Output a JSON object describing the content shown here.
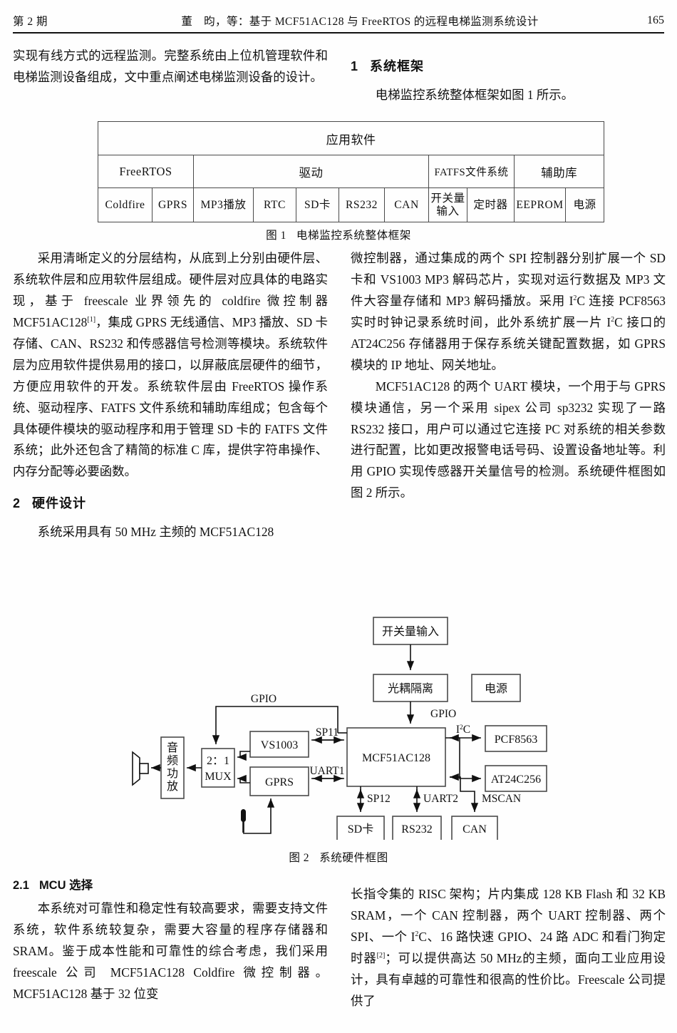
{
  "header": {
    "issue": "第 2 期",
    "title": "董　昀，等：基于 MCF51AC128 与 FreeRTOS 的远程电梯监测系统设计",
    "page": "165"
  },
  "left_column": {
    "para_continued": "实现有线方式的远程监测。完整系统由上位机管理软件和电梯监测设备组成，文中重点阐述电梯监测设备的设计。",
    "para_layers": "采用清晰定义的分层结构，从底到上分别由硬件层、系统软件层和应用软件层组成。硬件层对应具体的电路实现，基于 freescale 业界领先的 coldfire 微控制器 MCF51AC128",
    "para_layers_ref": "[1]",
    "para_layers_2": "，集成 GPRS 无线通信、MP3 播放、SD 卡存储、CAN、RS232 和传感器信号检测等模块。系统软件层为应用软件提供易用的接口，以屏蔽底层硬件的细节，方便应用软件的开发。系统软件层由 FreeRTOS 操作系统、驱动程序、FATFS 文件系统和辅助库组成；包含每个具体硬件模块的驱动程序和用于管理 SD 卡的 FATFS 文件系统；此外还包含了精简的标准 C 库，提供字符串操作、内存分配等必要函数。",
    "section2_num": "2",
    "section2_title": "硬件设计",
    "para_hw": "系统采用具有 50 MHz 主频的 MCF51AC128",
    "subsec_num": "2.1",
    "subsec_title": "MCU 选择",
    "para_mcu": "本系统对可靠性和稳定性有较高要求，需要支持文件系统，软件系统较复杂，需要大容量的程序存储器和 SRAM。鉴于成本性能和可靠性的综合考虑，我们采用 freescale 公司 MCF51AC128 Coldfire 微控制器。MCF51AC128 基于 32 位变"
  },
  "right_column": {
    "section1_num": "1",
    "section1_title": "系统框架",
    "para_frame": "电梯监控系统整体框架如图 1 所示。",
    "para_mcu_detail_1": "微控制器，通过集成的两个 SPI 控制器分别扩展一个 SD 卡和 VS1003 MP3 解码芯片，实现对运行数据及 MP3 文件大容量存储和 MP3 解码播放。采用 I",
    "para_mcu_detail_2": "C 连接 PCF8563 实时时钟记录系统时间，此外系统扩展一片 I",
    "para_mcu_detail_3": "C 接口的 AT24C256 存储器用于保存系统关键配置数据，如 GPRS 模块的 IP 地址、网关地址。",
    "para_uart": "MCF51AC128 的两个 UART 模块，一个用于与 GPRS 模块通信，另一个采用 sipex 公司 sp3232 实现了一路 RS232 接口，用户可以通过它连接 PC 对系统的相关参数进行配置，比如更改报警电话号码、设置设备地址等。利用 GPIO 实现传感器开关量信号的检测。系统硬件框图如图 2 所示。",
    "para_risc_1": "长指令集的 RISC 架构；片内集成 128 KB Flash 和 32 KB SRAM，一个 CAN 控制器，两个 UART 控制器、两个 SPI、一个 I",
    "para_risc_2": "C、16 路快速 GPIO、24 路 ADC 和看门狗定时器",
    "para_risc_ref": "[2]",
    "para_risc_3": "；可以提供高达 50 MHz的主频，面向工业应用设计，具有卓越的可靠性和很高的性价比。Freescale 公司提供了"
  },
  "figure1": {
    "caption_label": "图 1",
    "caption_text": "电梯监控系统整体框架",
    "row1": [
      "应用软件"
    ],
    "row2": [
      "FreeRTOS",
      "驱动",
      "FATFS文件系统",
      "辅助库"
    ],
    "row3": [
      "Coldfire",
      "GPRS",
      "MP3播放",
      "RTC",
      "SD卡",
      "RS232",
      "CAN",
      "开关量输入",
      "定时器",
      "EEPROM",
      "电源"
    ],
    "row3_switch_line1": "开关量",
    "row3_switch_line2": "输入"
  },
  "figure2": {
    "caption_label": "图 2",
    "caption_text": "系统硬件框图",
    "boxes": {
      "switch_input": "开关量输入",
      "opto_isolation": "光耦隔离",
      "power": "电源",
      "mcu": "MCF51AC128",
      "pcf8563": "PCF8563",
      "at24c256": "AT24C256",
      "vs1003": "VS1003",
      "gprs": "GPRS",
      "mux_line1": "2：1",
      "mux_line2": "MUX",
      "audio_amp_l1": "音",
      "audio_amp_l2": "频",
      "audio_amp_l3": "功",
      "audio_amp_l4": "放",
      "sd_card": "SD卡",
      "rs232": "RS232",
      "can": "CAN"
    },
    "signals": {
      "gpio_top": "GPIO",
      "gpio_mid": "GPIO",
      "spi1": "SP11",
      "uart1": "UART1",
      "spi2": "SP12",
      "uart2": "UART2",
      "mscan": "MSCAN",
      "i2c_main": "I",
      "i2c_sup": "2",
      "i2c_tail": "C"
    },
    "icons": {
      "speaker": "speaker-icon",
      "microphone": "microphone-icon"
    }
  },
  "colors": {
    "text": "#111111",
    "rule": "#111111",
    "box_border": "#4a4a4a",
    "table_border": "#4a4a4a"
  }
}
